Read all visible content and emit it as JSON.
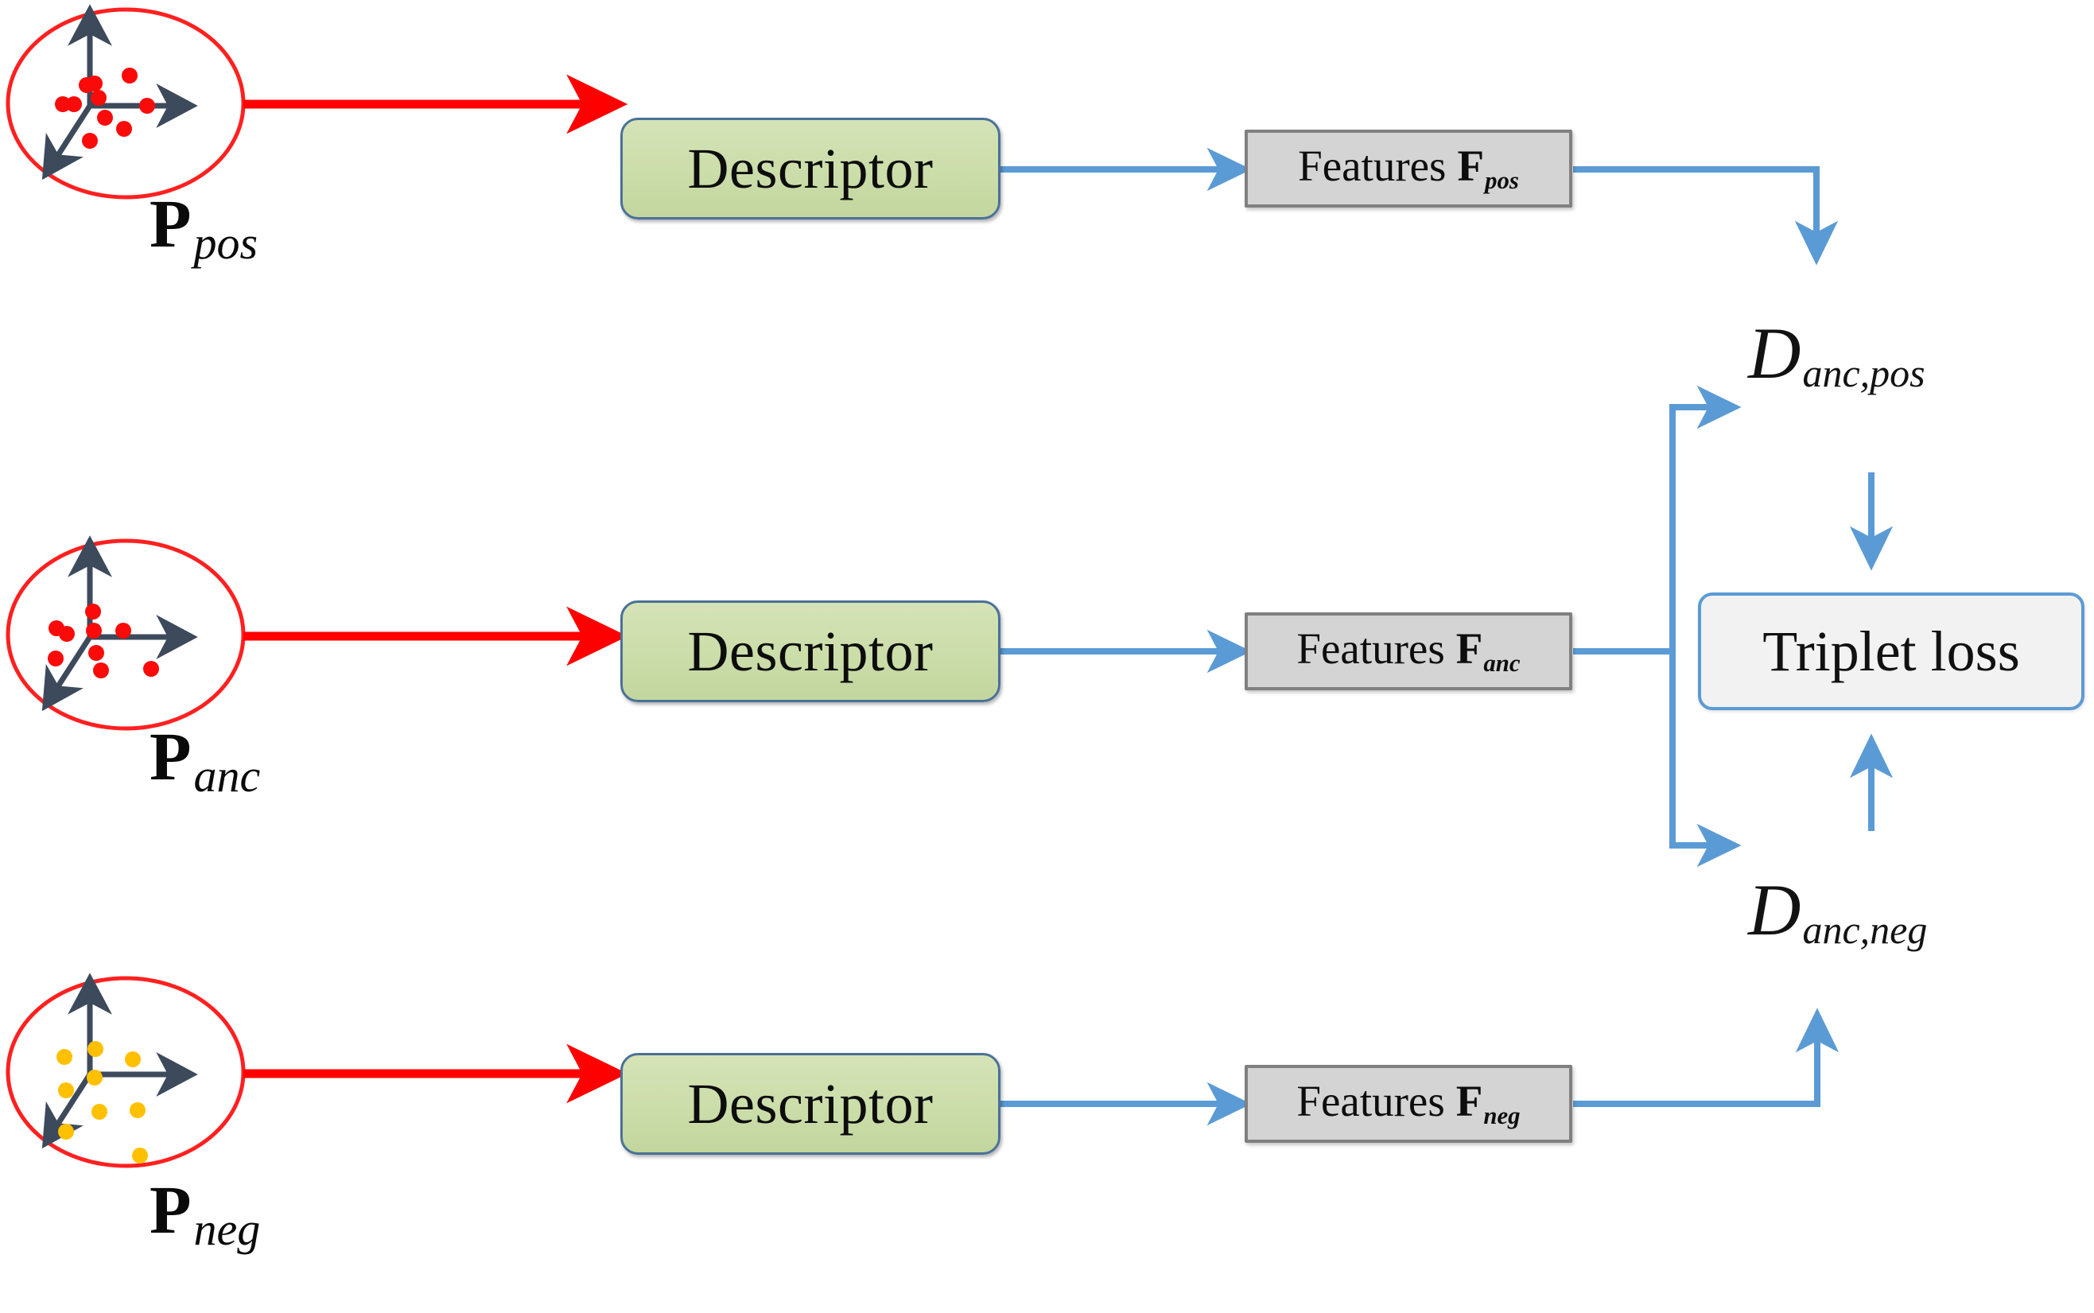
{
  "diagram": {
    "title": "Triplet-loss descriptor training pipeline",
    "colors": {
      "ellipse_stroke": "#ff2020",
      "red_arrow": "#ff0000",
      "blue_arrow": "#5b9bd5",
      "axis": "#3d4a5c",
      "point_red": "#fb0a0a",
      "point_yellow": "#ffc000",
      "descriptor_fill": "#cbdda9",
      "descriptor_border": "#4a7198",
      "features_fill": "#d4d4d4",
      "features_border": "#808080",
      "loss_fill": "#f2f2f2",
      "loss_border": "#5b9bd5"
    }
  },
  "rows": [
    {
      "id": "pos",
      "cloud_label_main": "P",
      "cloud_label_sub": "pos",
      "point_color": "#fb0a0a",
      "descriptor_label": "Descriptor",
      "features_label": "Features",
      "features_symbol": "F",
      "features_subscript": "pos",
      "points": [
        [
          -4,
          26
        ],
        [
          6,
          28
        ],
        [
          50,
          38
        ],
        [
          11,
          10
        ],
        [
          -34,
          2
        ],
        [
          -20,
          2
        ],
        [
          72,
          0
        ],
        [
          19,
          -15
        ],
        [
          43,
          -29
        ],
        [
          0,
          -44
        ]
      ]
    },
    {
      "id": "anc",
      "cloud_label_main": "P",
      "cloud_label_sub": "anc",
      "point_color": "#fb0a0a",
      "descriptor_label": "Descriptor",
      "features_label": "Features",
      "features_symbol": "F",
      "features_subscript": "anc",
      "points": [
        [
          4,
          32
        ],
        [
          -42,
          11
        ],
        [
          -29,
          4
        ],
        [
          5,
          8
        ],
        [
          42,
          8
        ],
        [
          8,
          -20
        ],
        [
          -43,
          -27
        ],
        [
          14,
          -42
        ],
        [
          77,
          -40
        ]
      ]
    },
    {
      "id": "neg",
      "cloud_label_main": "P",
      "cloud_label_sub": "neg",
      "point_color": "#ffc000",
      "descriptor_label": "Descriptor",
      "features_label": "Features",
      "features_symbol": "F",
      "features_subscript": "neg",
      "points": [
        [
          6,
          35
        ],
        [
          -33,
          23
        ],
        [
          53,
          26
        ],
        [
          5,
          8
        ],
        [
          -31,
          4
        ],
        [
          10,
          -13
        ],
        [
          39,
          -13
        ],
        [
          -33,
          -32
        ],
        [
          58,
          -39
        ]
      ]
    }
  ],
  "distances": [
    {
      "id": "anc_pos",
      "symbol": "D",
      "subscript": "anc,pos"
    },
    {
      "id": "anc_neg",
      "symbol": "D",
      "subscript": "anc,neg"
    }
  ],
  "loss": {
    "label": "Triplet loss"
  }
}
